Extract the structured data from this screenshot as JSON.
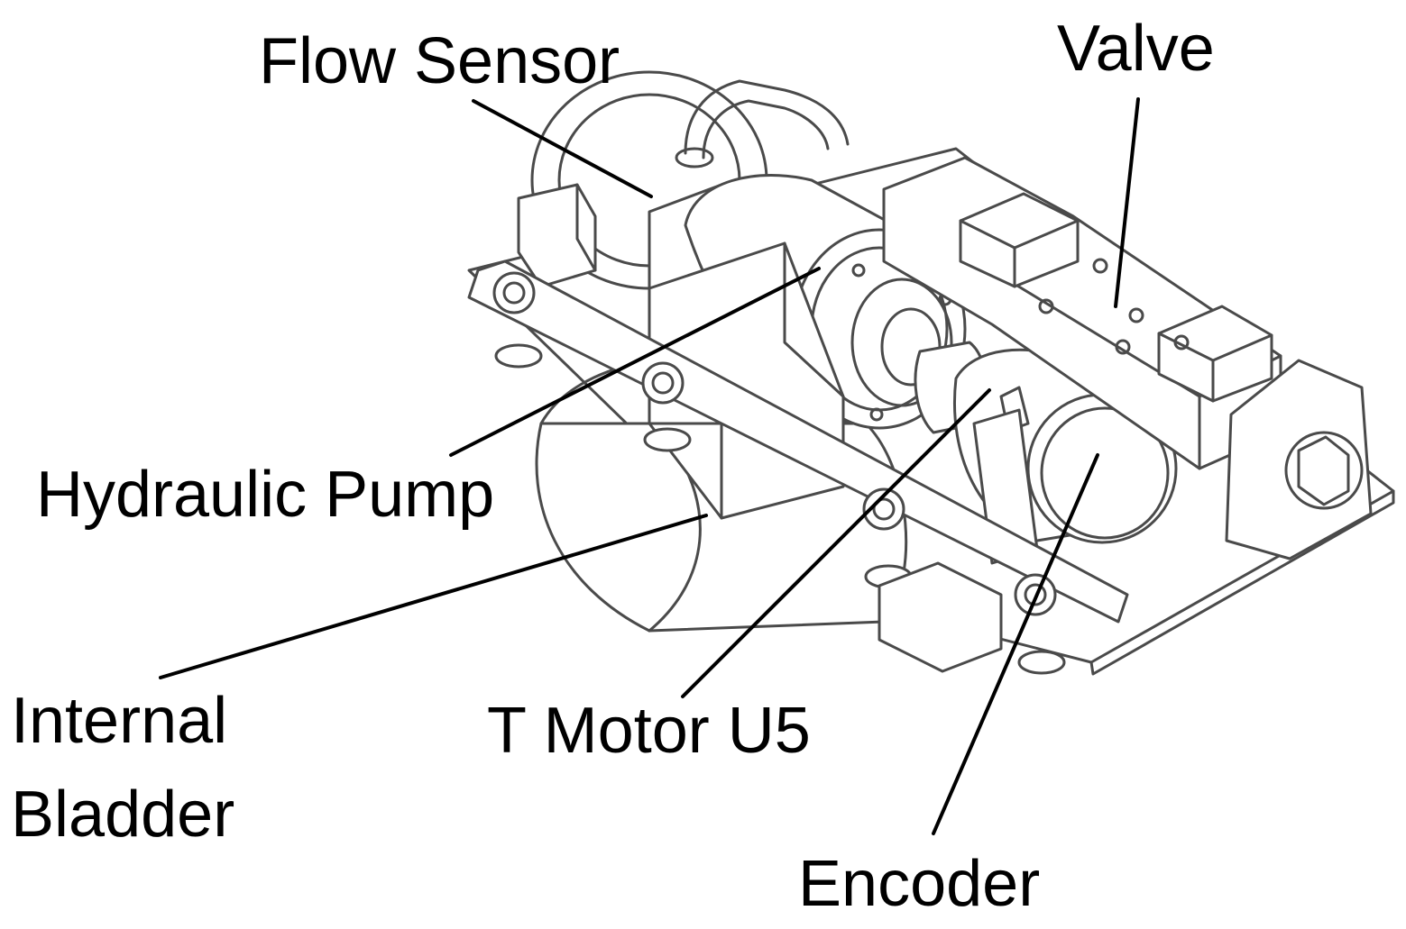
{
  "labels": {
    "flow_sensor": "Flow Sensor",
    "valve": "Valve",
    "hydraulic_pump": "Hydraulic Pump",
    "internal_bladder_line1": "Internal",
    "internal_bladder_line2": "Bladder",
    "t_motor": "T Motor U5",
    "encoder": "Encoder"
  },
  "colors": {
    "ink": "#000000",
    "drawing_stroke": "#4a4a4a",
    "background": "#ffffff"
  }
}
